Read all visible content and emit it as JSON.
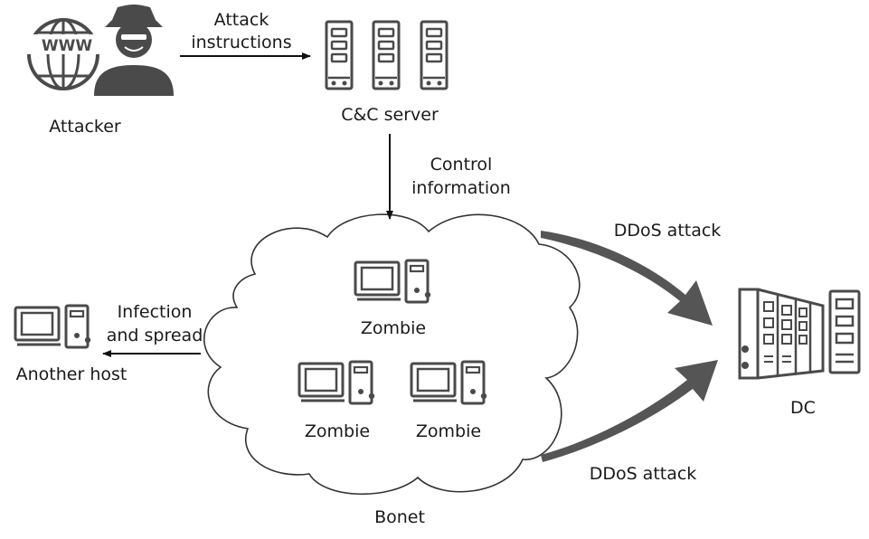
{
  "nodes": {
    "attacker": "Attacker",
    "cc_server": "C&C server",
    "another_host": "Another host",
    "zombie_top": "Zombie",
    "zombie_left": "Zombie",
    "zombie_right": "Zombie",
    "botnet": "Bonet",
    "dc": "DC"
  },
  "edges": {
    "attack_instructions": [
      "Attack",
      "instructions"
    ],
    "control_information": [
      "Control",
      "information"
    ],
    "infection_spread": [
      "Infection",
      "and spread"
    ],
    "ddos_top": "DDoS attack",
    "ddos_bottom": "DDoS attack"
  },
  "icons": {
    "attacker": "hacker-with-globe-icon",
    "server": "server-rack-icon",
    "host": "desktop-computer-icon",
    "dc": "data-center-icon"
  },
  "colors": {
    "icon": "#4a4a4a",
    "arrow": "#555555",
    "text": "#1a1a1a"
  }
}
